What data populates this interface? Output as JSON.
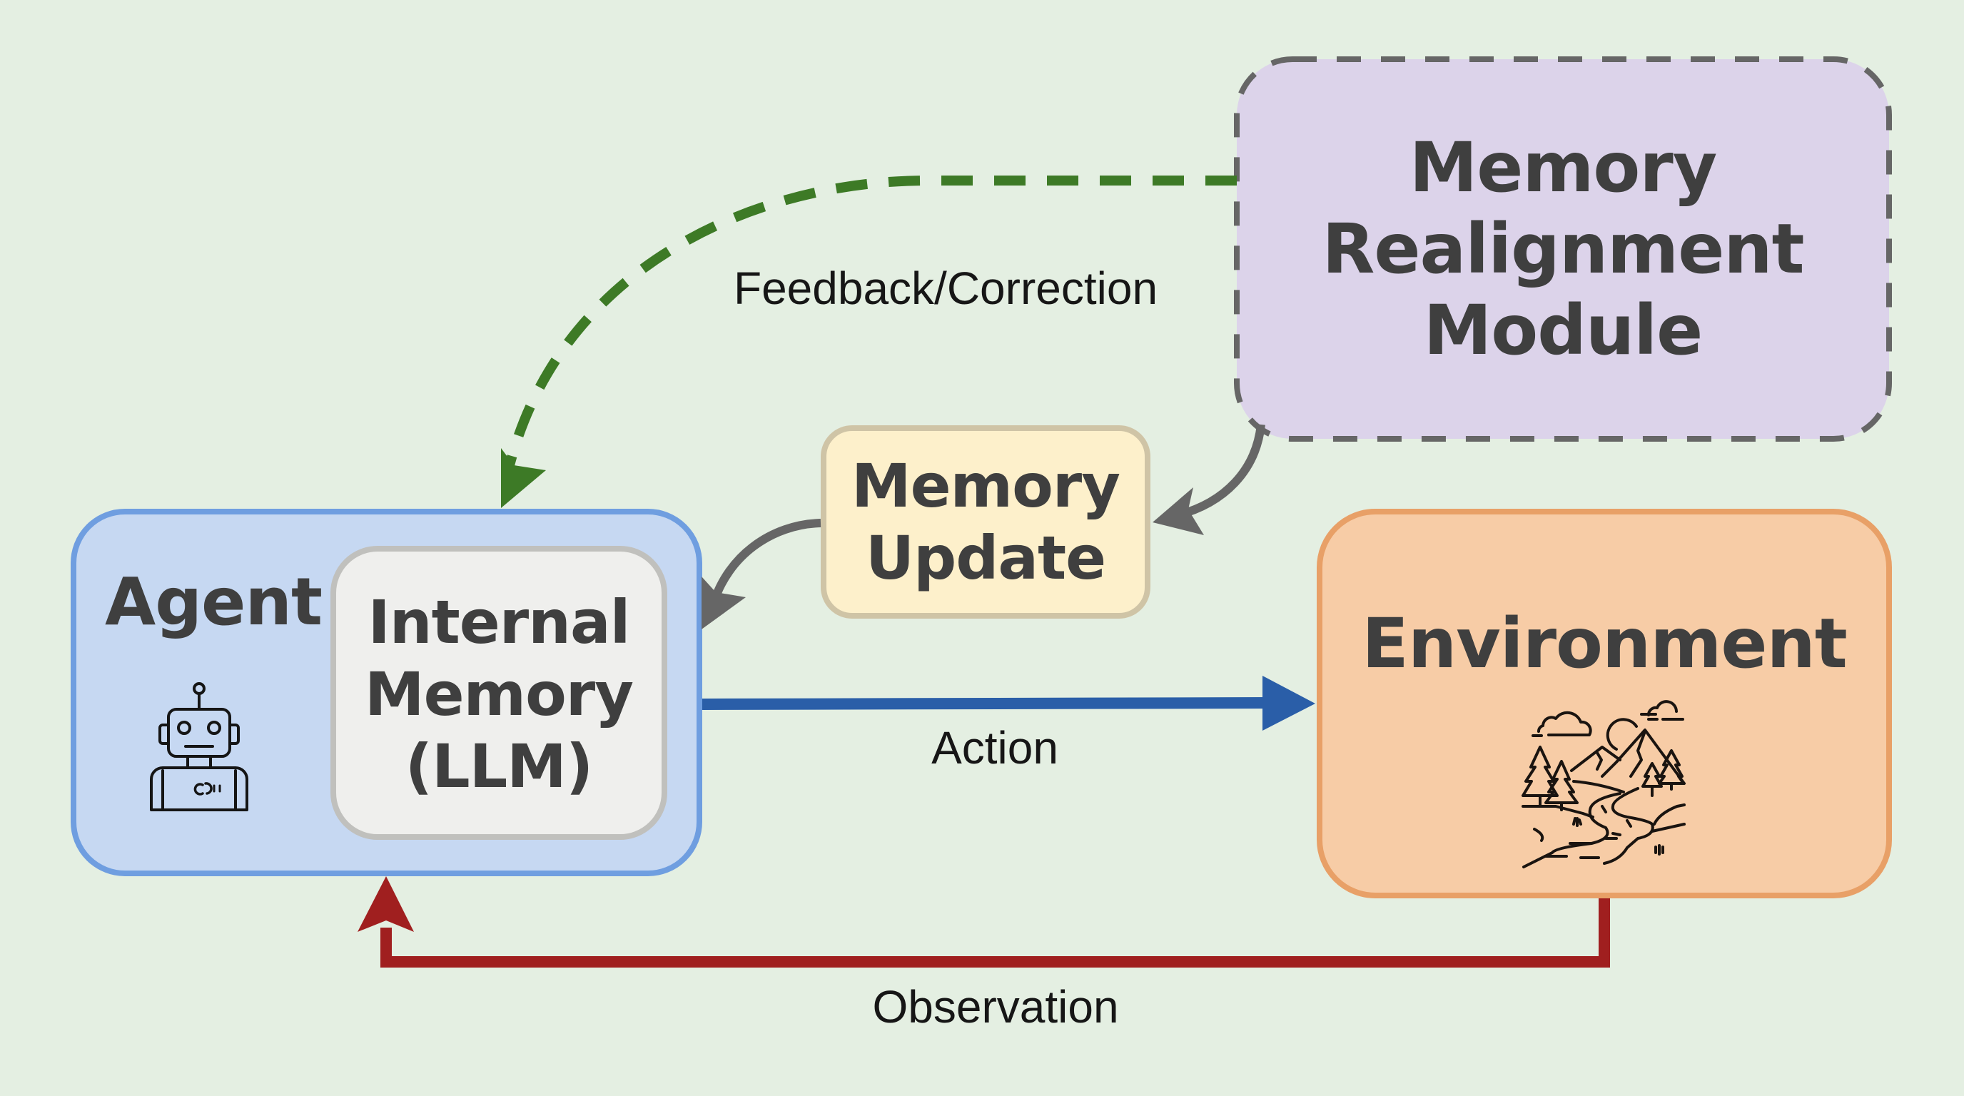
{
  "diagram": {
    "nodes": {
      "agent": {
        "label": "Agent",
        "icon": "robot-icon",
        "fill": "#c6d8f2",
        "border": "#6f9ee0"
      },
      "internal_memory": {
        "lines": [
          "Internal",
          "Memory",
          "(LLM)"
        ],
        "fill": "#efefed",
        "border": "#c0c0bd"
      },
      "memory_update": {
        "lines": [
          "Memory",
          "Update"
        ],
        "fill": "#fdf0cb",
        "border": "#cfc4a6"
      },
      "memory_realignment": {
        "lines": [
          "Memory",
          "Realignment",
          "Module"
        ],
        "fill": "#dcd3ea",
        "border": "#666666",
        "border_style": "dashed"
      },
      "environment": {
        "label": "Environment",
        "icon": "landscape-icon",
        "fill": "#f7cca6",
        "border": "#e8a067"
      }
    },
    "edges": {
      "feedback": {
        "label": "Feedback/Correction",
        "from": "memory_realignment",
        "to": "agent",
        "color": "#3d7a26",
        "style": "dashed"
      },
      "realign_to_update": {
        "label": "",
        "from": "memory_realignment",
        "to": "memory_update",
        "color": "#666666",
        "style": "solid"
      },
      "update_to_agent": {
        "label": "",
        "from": "memory_update",
        "to": "agent",
        "color": "#666666",
        "style": "solid"
      },
      "action": {
        "label": "Action",
        "from": "agent",
        "to": "environment",
        "color": "#2a5ea8",
        "style": "solid"
      },
      "observation": {
        "label": "Observation",
        "from": "environment",
        "to": "agent",
        "color": "#a01f1f",
        "style": "solid"
      }
    },
    "background": "#e4efe2"
  }
}
